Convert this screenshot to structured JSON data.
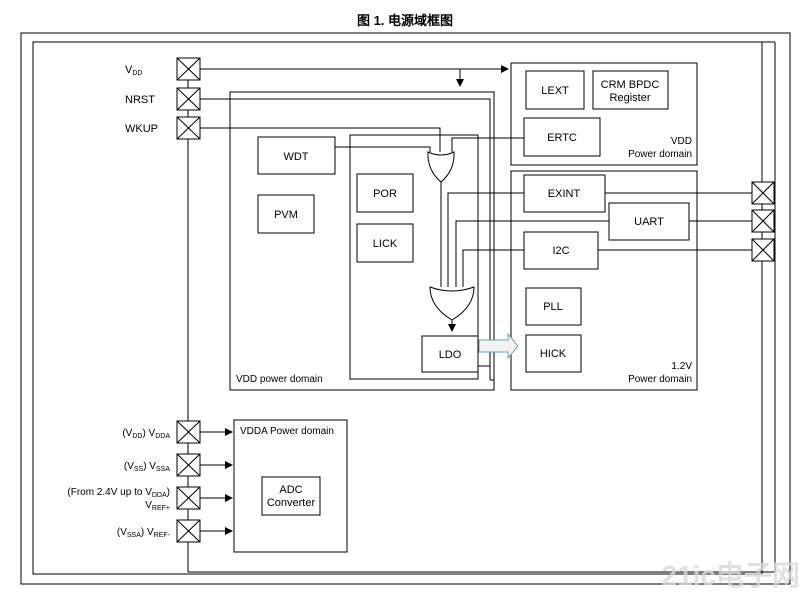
{
  "title": "图 1. 电源域框图",
  "pins": {
    "vdd": {
      "main": "V",
      "sub": "DD"
    },
    "nrst": "NRST",
    "wkup": "WKUP",
    "vdda": {
      "p1": "(V",
      "s1": "DD",
      "p2": ") V",
      "s2": "DDA"
    },
    "vssa": {
      "p1": "(V",
      "s1": "SS",
      "p2": ") V",
      "s2": "SSA"
    },
    "vrefp": {
      "l1a": "(From 2.4V up to V",
      "l1s": "DDA",
      "l1b": ")",
      "l2": "V",
      "l2s": "REF+"
    },
    "vrefm": {
      "p1": "(V",
      "s1": "SSA",
      "p2": ") V",
      "s2": "REF-"
    }
  },
  "blocks": {
    "wdt": "WDT",
    "pvm": "PVM",
    "por": "POR",
    "lick": "LICK",
    "ldo": "LDO",
    "lext": "LEXT",
    "crm1": "CRM BPDC",
    "crm2": "Register",
    "ertc": "ERTC",
    "exint": "EXINT",
    "uart": "UART",
    "i2c": "I2C",
    "pll": "PLL",
    "hick": "HICK",
    "adc1": "ADC",
    "adc2": "Converter"
  },
  "domains": {
    "vdd_domain": "VDD power domain",
    "vdd_top1": "VDD",
    "vdd_top2": "Power domain",
    "v12_1": "1.2V",
    "v12_2": "Power domain",
    "vdda": "VDDA Power domain"
  },
  "watermark": "21ic电子网"
}
